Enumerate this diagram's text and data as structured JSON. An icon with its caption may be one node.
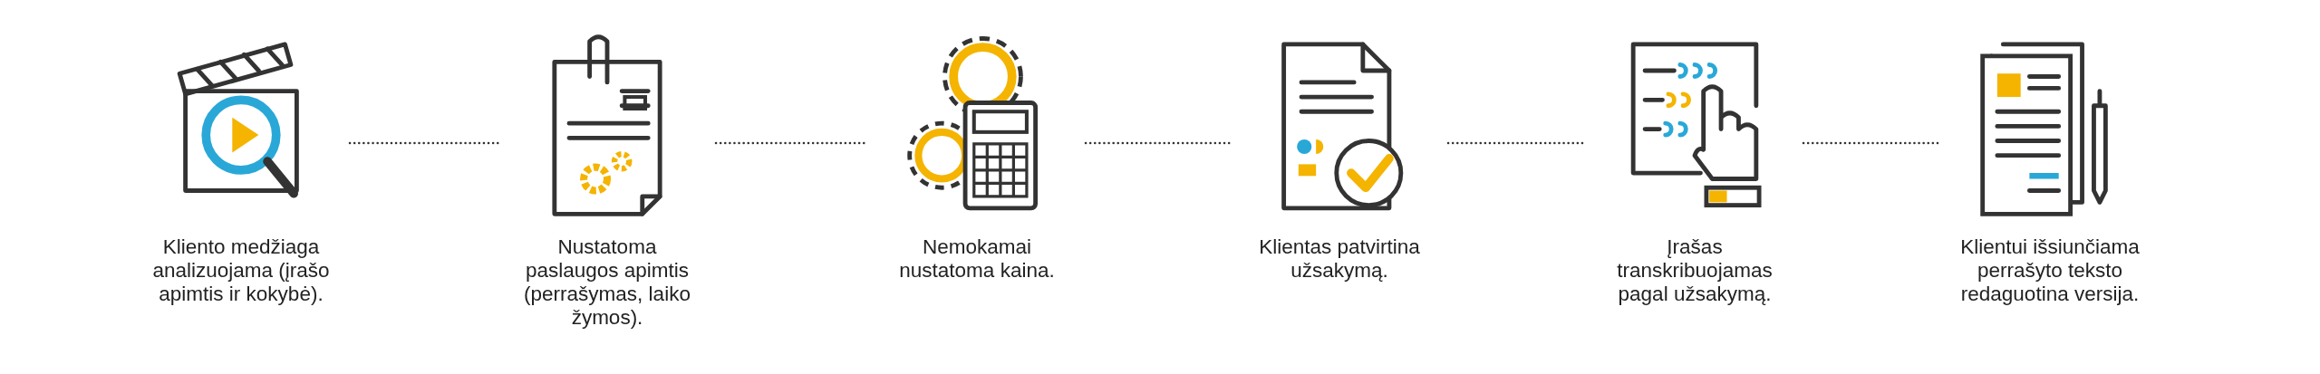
{
  "diagram": {
    "nodes": [
      {
        "text": [
          "Kliento medžiaga analizuojama (įrašo apimtis ir kokybė)."
        ]
      },
      {
        "text": [
          "Nustatoma paslaugos apimtis (perrašymas, laiko žymos)."
        ]
      },
      {
        "text": [
          "Nemokamai nustatoma kaina."
        ]
      },
      {
        "text": [
          "Klientas patvirtina užsakymą."
        ]
      },
      {
        "text": [
          "Įrašas transkribuojamas pagal užsakymą."
        ]
      },
      {
        "text": [
          "Klientui išsiunčiama perrašyto teksto redaguotina versija."
        ]
      }
    ],
    "edges": [
      {
        "from": 0,
        "to": 1,
        "arrow": "none"
      },
      {
        "from": 1,
        "to": 2,
        "arrow": "none"
      },
      {
        "from": 2,
        "to": 3,
        "arrow": "none"
      },
      {
        "from": 3,
        "to": 4,
        "arrow": "none"
      },
      {
        "from": 4,
        "to": 5,
        "arrow": "none"
      }
    ]
  }
}
